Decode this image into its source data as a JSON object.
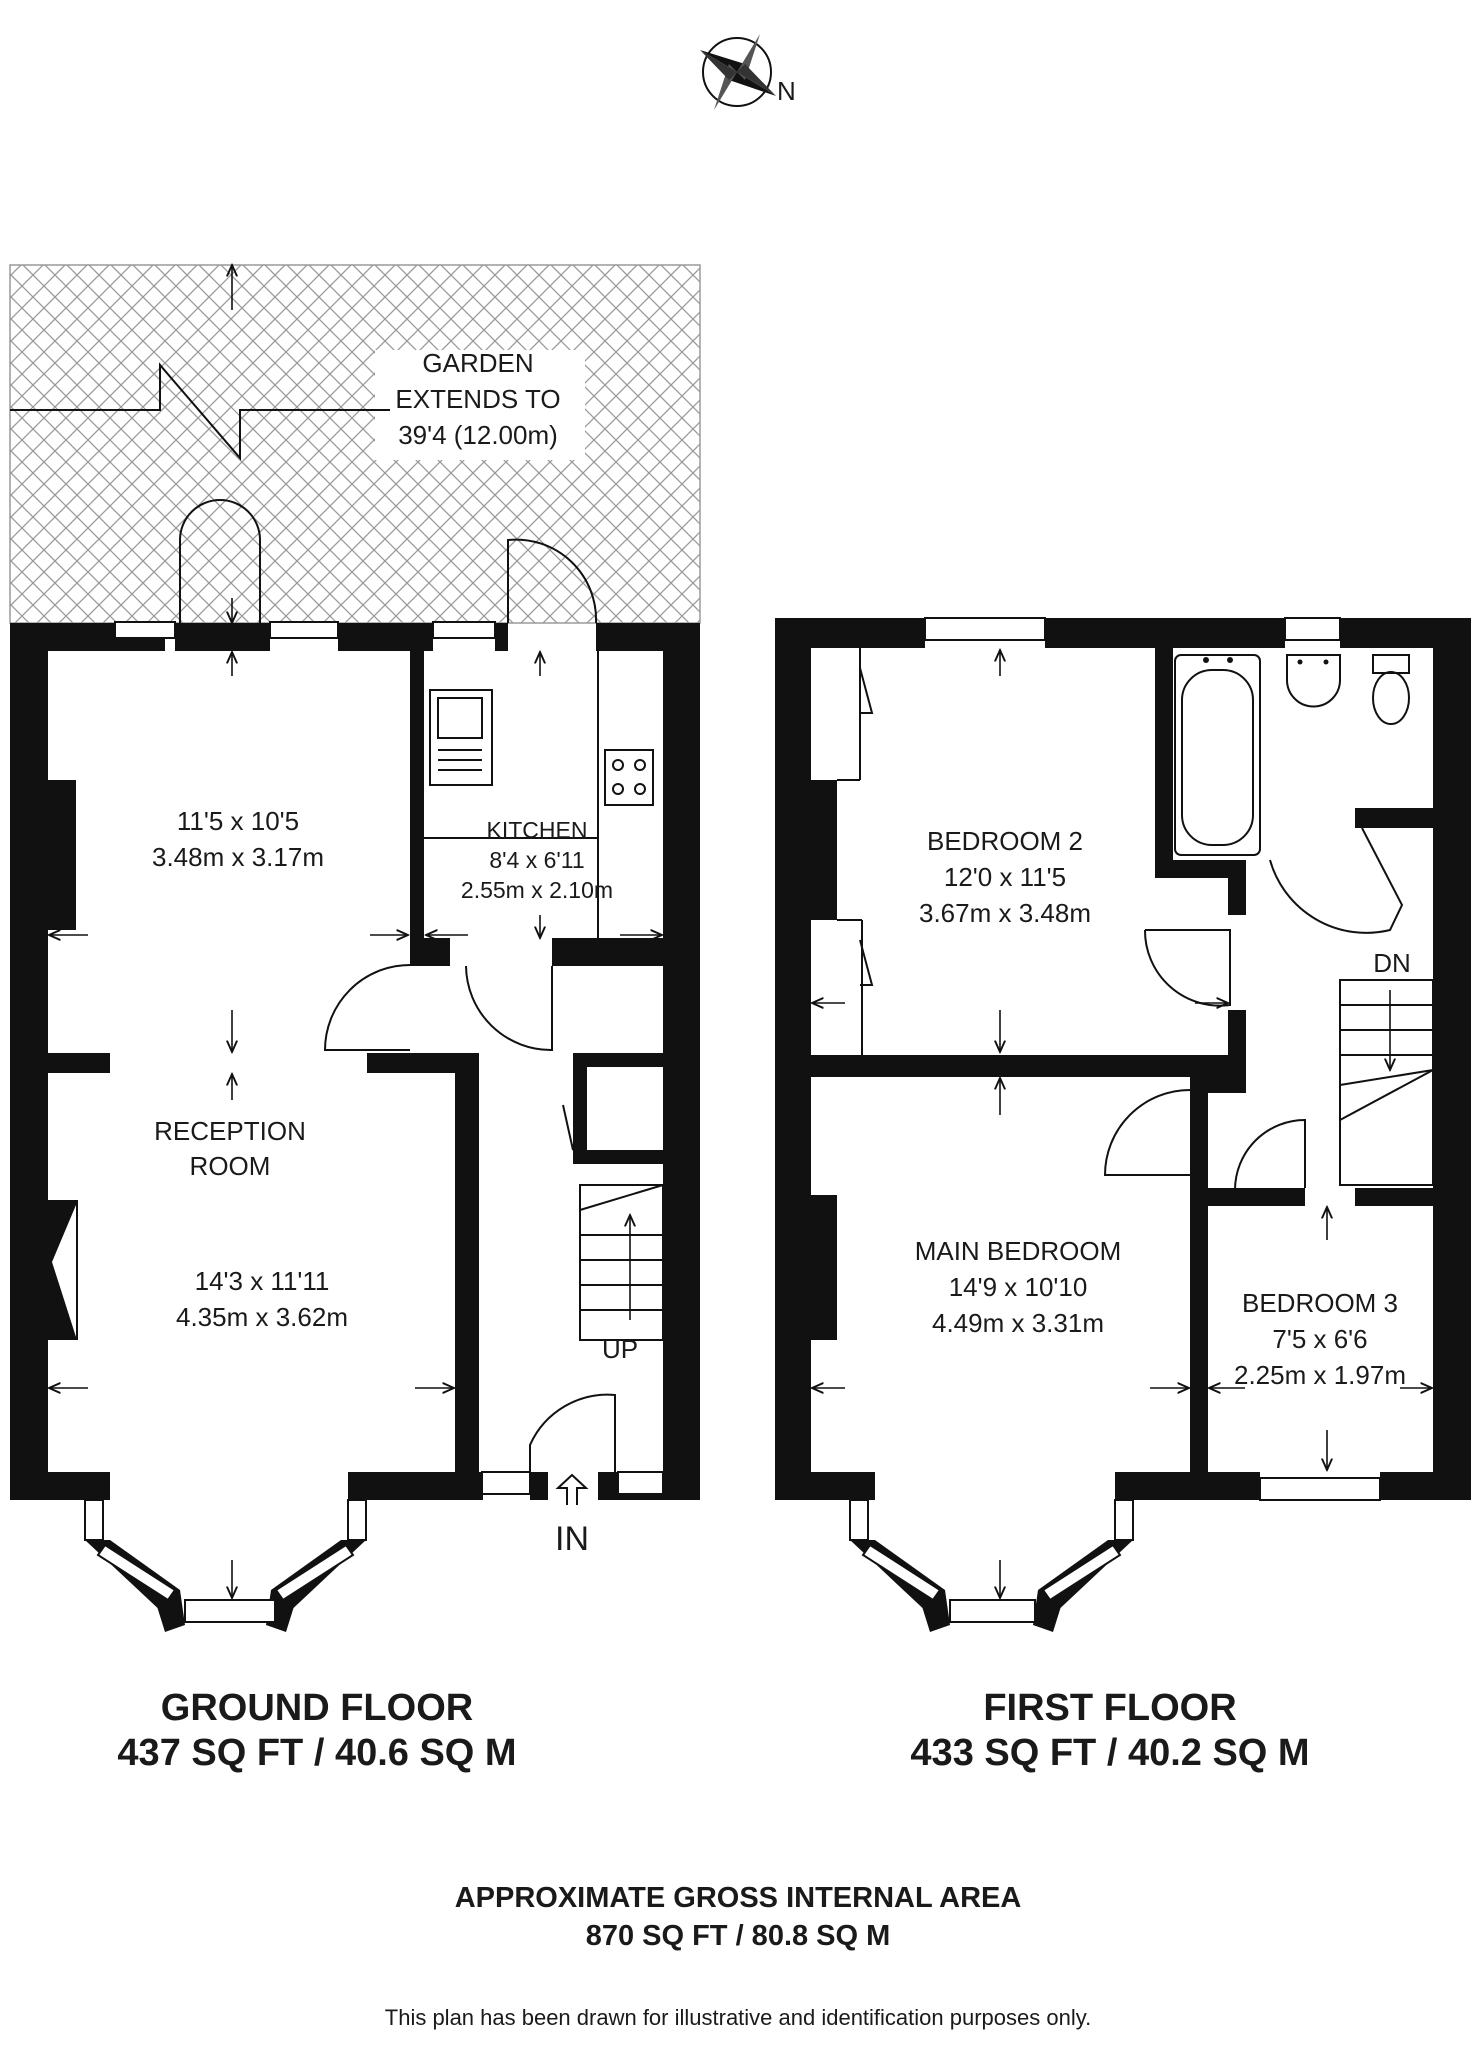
{
  "compass": {
    "label": "N",
    "icon": "compass-rose-icon"
  },
  "garden": {
    "line1": "GARDEN",
    "line2": "EXTENDS TO",
    "line3": "39'4 (12.00m)"
  },
  "ground_floor": {
    "title": "GROUND FLOOR",
    "area": "437 SQ FT / 40.6 SQ M",
    "dining": {
      "imperial": "11'5 x 10'5",
      "metric": "3.48m x 3.17m"
    },
    "kitchen": {
      "name": "KITCHEN",
      "imperial": "8'4 x 6'11",
      "metric": "2.55m x 2.10m"
    },
    "reception": {
      "name_line1": "RECEPTION",
      "name_line2": "ROOM",
      "imperial": "14'3 x 11'11",
      "metric": "4.35m x 3.62m"
    },
    "stairs_label": "UP",
    "entrance_label": "IN"
  },
  "first_floor": {
    "title": "FIRST FLOOR",
    "area": "433 SQ FT / 40.2 SQ M",
    "bedroom2": {
      "name": "BEDROOM 2",
      "imperial": "12'0 x 11'5",
      "metric": "3.67m x 3.48m"
    },
    "main_bedroom": {
      "name": "MAIN BEDROOM",
      "imperial": "14'9 x 10'10",
      "metric": "4.49m x 3.31m"
    },
    "bedroom3": {
      "name": "BEDROOM 3",
      "imperial": "7'5 x 6'6",
      "metric": "2.25m x 1.97m"
    },
    "stairs_label": "DN"
  },
  "summary": {
    "heading": "APPROXIMATE GROSS INTERNAL AREA",
    "total": "870 SQ FT / 80.8 SQ M",
    "disclaimer": "This plan has been drawn for illustrative and identification purposes only."
  }
}
